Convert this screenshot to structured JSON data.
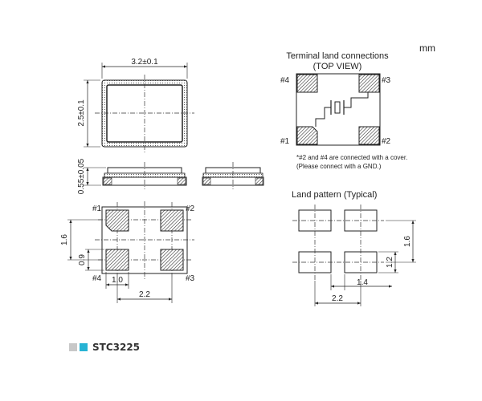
{
  "unit_label": "mm",
  "top_view": {
    "dim_width": "3.2±0.1",
    "dim_height": "2.5±0.1"
  },
  "side_view": {
    "dim_height": "0.55±0.05"
  },
  "bottom_view": {
    "pad_labels": [
      "#1",
      "#2",
      "#3",
      "#4"
    ],
    "dim_pitch_h": "2.2",
    "dim_pad_w": "1.0",
    "dim_pitch_v": "1.6",
    "dim_pad_h": "0.9"
  },
  "terminal": {
    "title_line1": "Terminal land connections",
    "title_line2": "(TOP VIEW)",
    "pad_labels": [
      "#4",
      "#3",
      "#1",
      "#2"
    ],
    "note_line1": "*#2 and #4 are connected with a cover.",
    "note_line2": "(Please connect with a GND.)"
  },
  "land_pattern": {
    "title": "Land pattern (Typical)",
    "dim_pitch_v": "1.6",
    "dim_pad_h": "1.2",
    "dim_pad_w": "1.4",
    "dim_pitch_h": "2.2"
  },
  "footer": {
    "model": "STC3225"
  }
}
